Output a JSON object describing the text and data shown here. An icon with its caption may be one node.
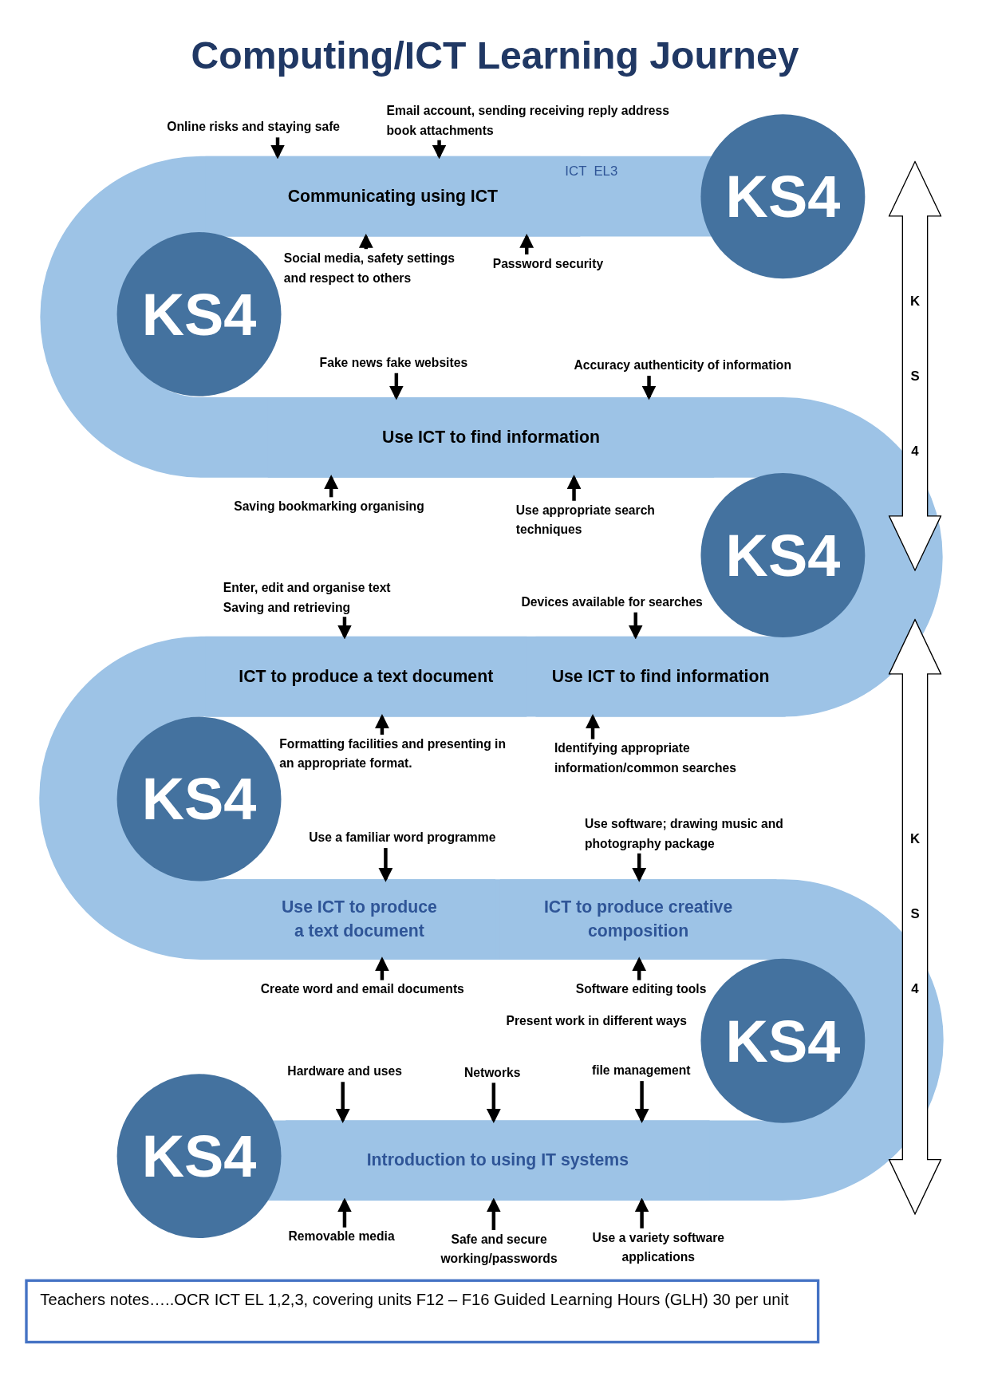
{
  "diagram": {
    "title": "Computing/ICT Learning Journey",
    "nodes": [
      {
        "text": [
          "KS4"
        ]
      },
      {
        "text": [
          "Communicating using ICT"
        ]
      },
      {
        "text": [
          "KS4"
        ]
      },
      {
        "text": [
          "Use ICT to find information"
        ]
      },
      {
        "text": [
          "KS4"
        ]
      },
      {
        "text": [
          "ICT to produce a text document"
        ]
      },
      {
        "text": [
          "Use ICT to find information"
        ]
      },
      {
        "text": [
          "KS4"
        ]
      },
      {
        "text": [
          "Use ICT to produce a text document"
        ]
      },
      {
        "text": [
          "ICT to produce creative composition"
        ]
      },
      {
        "text": [
          "KS4"
        ]
      },
      {
        "text": [
          "KS4"
        ]
      },
      {
        "text": [
          "Introduction to using IT systems"
        ]
      },
      {
        "text": [
          "Online risks and staying safe"
        ]
      },
      {
        "text": [
          "Email account, sending receiving reply address book attachments"
        ]
      },
      {
        "text": [
          "Social media, safety settings and respect to others"
        ]
      },
      {
        "text": [
          "Password security"
        ]
      },
      {
        "text": [
          "Fake news fake websites"
        ]
      },
      {
        "text": [
          "Accuracy authenticity of information"
        ]
      },
      {
        "text": [
          "Saving bookmarking organising"
        ]
      },
      {
        "text": [
          "Use appropriate search techniques"
        ]
      },
      {
        "text": [
          "Enter, edit and organise text Saving and retrieving"
        ]
      },
      {
        "text": [
          "Devices available for searches"
        ]
      },
      {
        "text": [
          "Formatting facilities and presenting in an appropriate format."
        ]
      },
      {
        "text": [
          "Identifying appropriate information/common searches"
        ]
      },
      {
        "text": [
          "Use a familiar word programme"
        ]
      },
      {
        "text": [
          "Use software; drawing music and photography package"
        ]
      },
      {
        "text": [
          "Create word and email documents"
        ]
      },
      {
        "text": [
          "Software editing tools"
        ]
      },
      {
        "text": [
          "Hardware and uses"
        ]
      },
      {
        "text": [
          "Networks"
        ]
      },
      {
        "text": [
          "file management"
        ]
      },
      {
        "text": [
          "Removable media"
        ]
      },
      {
        "text": [
          "Safe and secure working/passwords"
        ]
      },
      {
        "text": [
          "Use a variety software applications"
        ]
      },
      {
        "text": [
          "K S 4"
        ]
      },
      {
        "text": [
          "K S 4"
        ]
      },
      {
        "text": [
          "Teachers notes…..OCR ICT EL 1,2,3, covering units F12 – F16 Guided Learning Hours (GLH) 30 per unit"
        ]
      }
    ],
    "edges": [
      {
        "from": 13,
        "to": 1,
        "arrow": "to"
      },
      {
        "from": 14,
        "to": 1,
        "arrow": "to"
      },
      {
        "from": 15,
        "to": 1,
        "arrow": "to"
      },
      {
        "from": 16,
        "to": 1,
        "arrow": "to"
      },
      {
        "from": 17,
        "to": 3,
        "arrow": "to"
      },
      {
        "from": 18,
        "to": 3,
        "arrow": "to"
      },
      {
        "from": 19,
        "to": 3,
        "arrow": "to"
      },
      {
        "from": 20,
        "to": 3,
        "arrow": "to"
      },
      {
        "from": 21,
        "to": 5,
        "arrow": "to"
      },
      {
        "from": 22,
        "to": 6,
        "arrow": "to"
      },
      {
        "from": 23,
        "to": 5,
        "arrow": "to"
      },
      {
        "from": 24,
        "to": 6,
        "arrow": "to"
      },
      {
        "from": 25,
        "to": 8,
        "arrow": "to"
      },
      {
        "from": 26,
        "to": 9,
        "arrow": "to"
      },
      {
        "from": 27,
        "to": 8,
        "arrow": "to"
      },
      {
        "from": 28,
        "to": 9,
        "arrow": "to"
      },
      {
        "from": 29,
        "to": 12,
        "arrow": "to"
      },
      {
        "from": 30,
        "to": 12,
        "arrow": "to"
      },
      {
        "from": 31,
        "to": 12,
        "arrow": "to"
      },
      {
        "from": 32,
        "to": 12,
        "arrow": "to"
      },
      {
        "from": 33,
        "to": 12,
        "arrow": "to"
      },
      {
        "from": 34,
        "to": 12,
        "arrow": "to"
      }
    ],
    "labels": [
      "ICT  EL3",
      "Present work in different ways"
    ]
  }
}
